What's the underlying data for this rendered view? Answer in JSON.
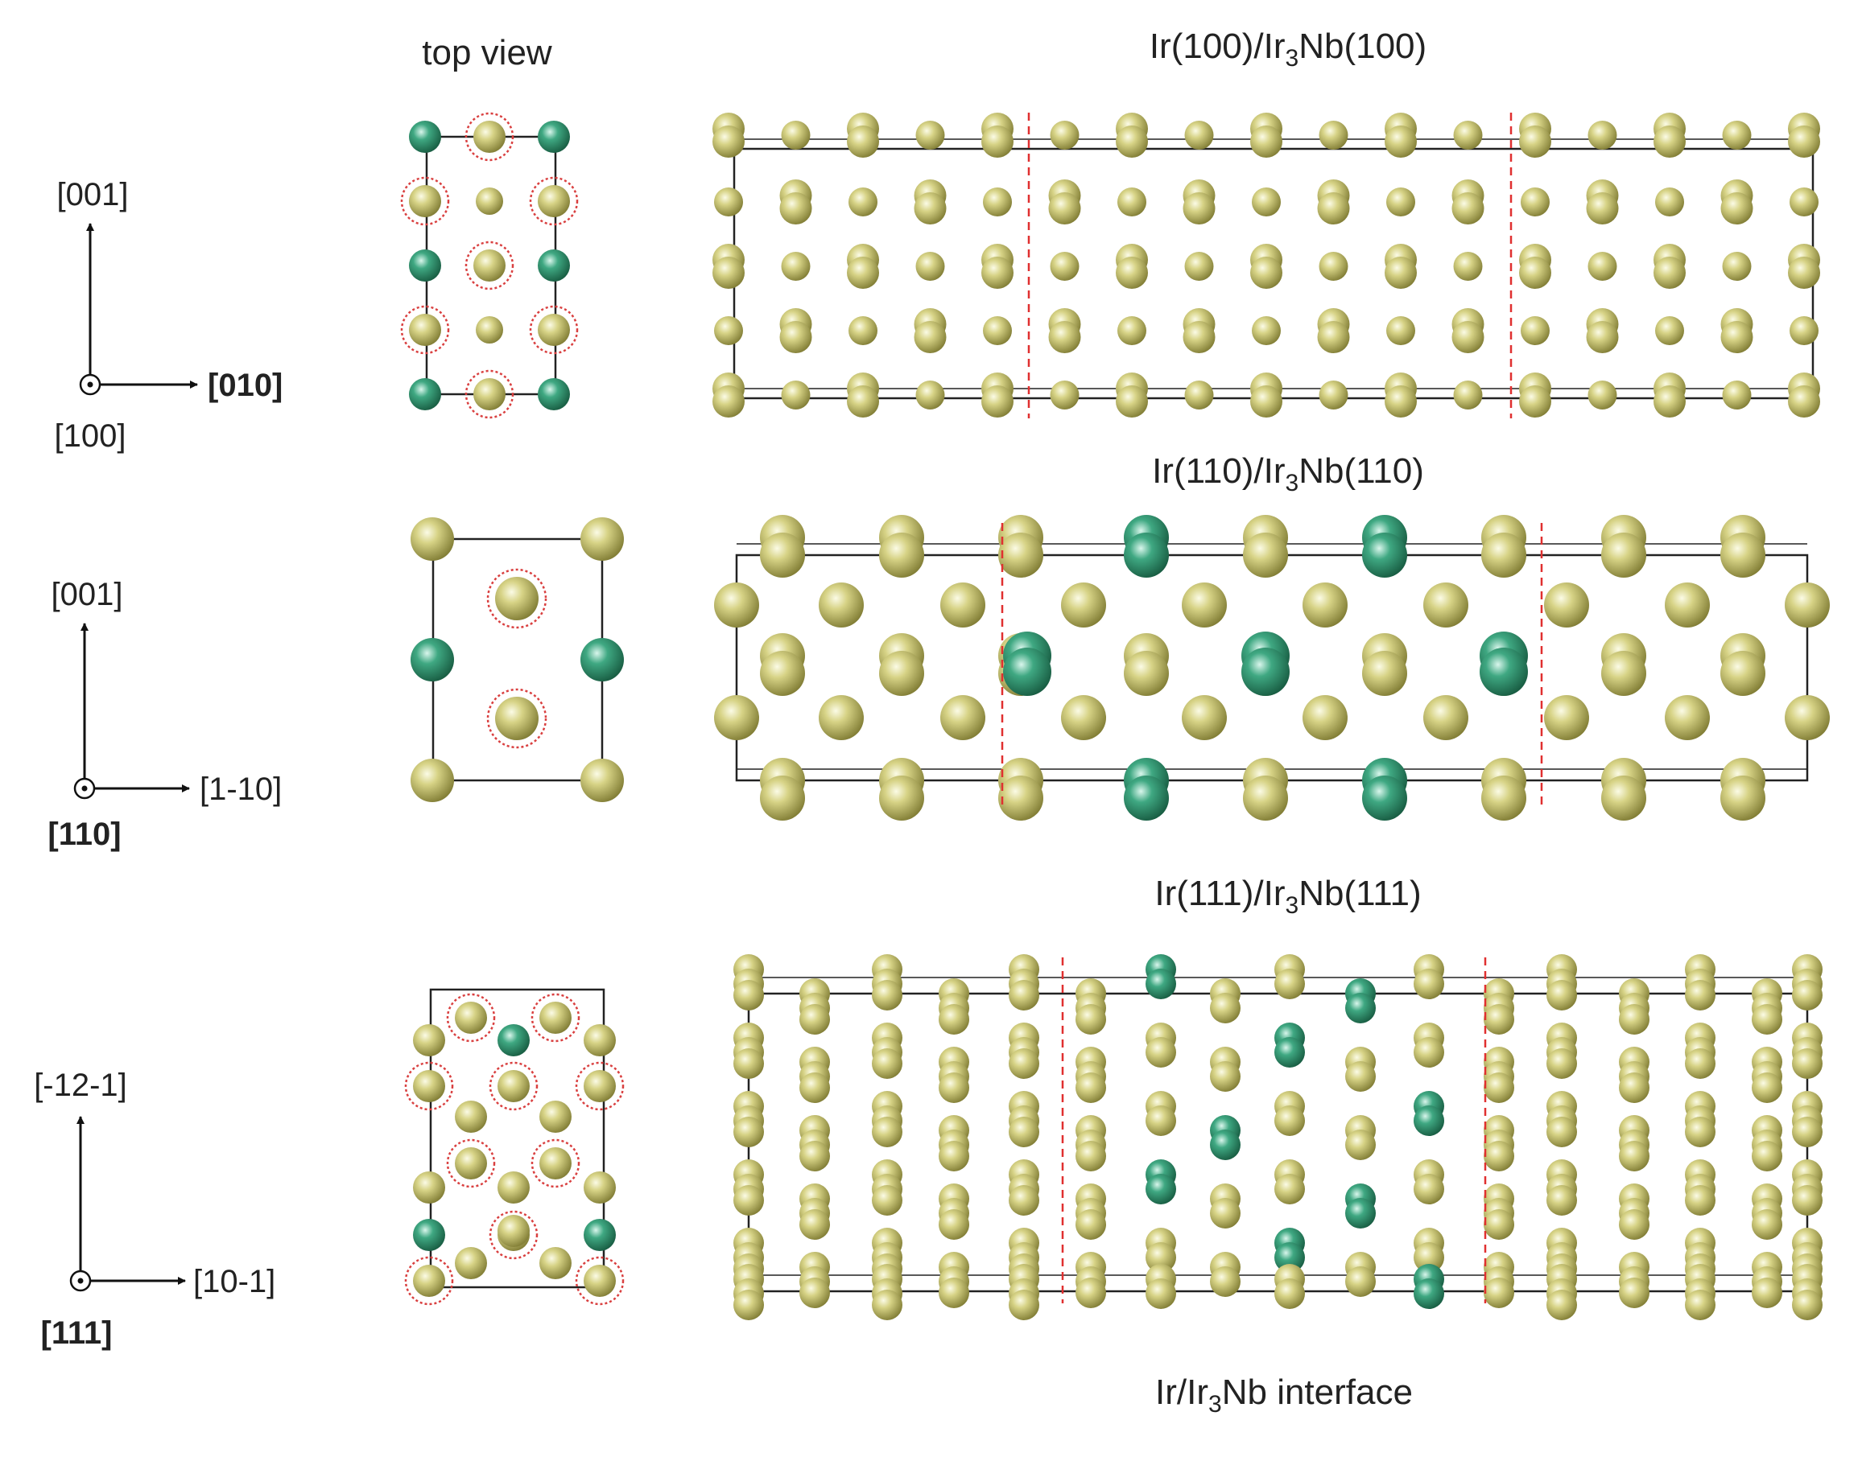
{
  "header": {
    "top_view": "top view"
  },
  "rows": [
    {
      "id": "100",
      "title": {
        "pre": "Ir(100)/Ir",
        "sub": "3",
        "post": "Nb(100)"
      },
      "axes": {
        "up": "[001]",
        "right": "[010]",
        "normal": "[100]"
      }
    },
    {
      "id": "110",
      "title": {
        "pre": "Ir(110)/Ir",
        "sub": "3",
        "post": "Nb(110)"
      },
      "axes": {
        "up": "[001]",
        "right": "[1-10]",
        "normal": "[110]"
      }
    },
    {
      "id": "111",
      "title": {
        "pre": "Ir(111)/Ir",
        "sub": "3",
        "post": "Nb(111)"
      },
      "axes": {
        "up": "[-12-1]",
        "right": "[10-1]",
        "normal": "[111]"
      }
    }
  ],
  "caption": {
    "pre": "Ir/Ir",
    "sub": "3",
    "post": "Nb interface"
  },
  "colors": {
    "ir_atom": "#c9c46a",
    "nb_atom": "#2f8f6a",
    "surface_ring": "#d94040",
    "interface_line": "#e03030",
    "cell_line": "#222222"
  }
}
